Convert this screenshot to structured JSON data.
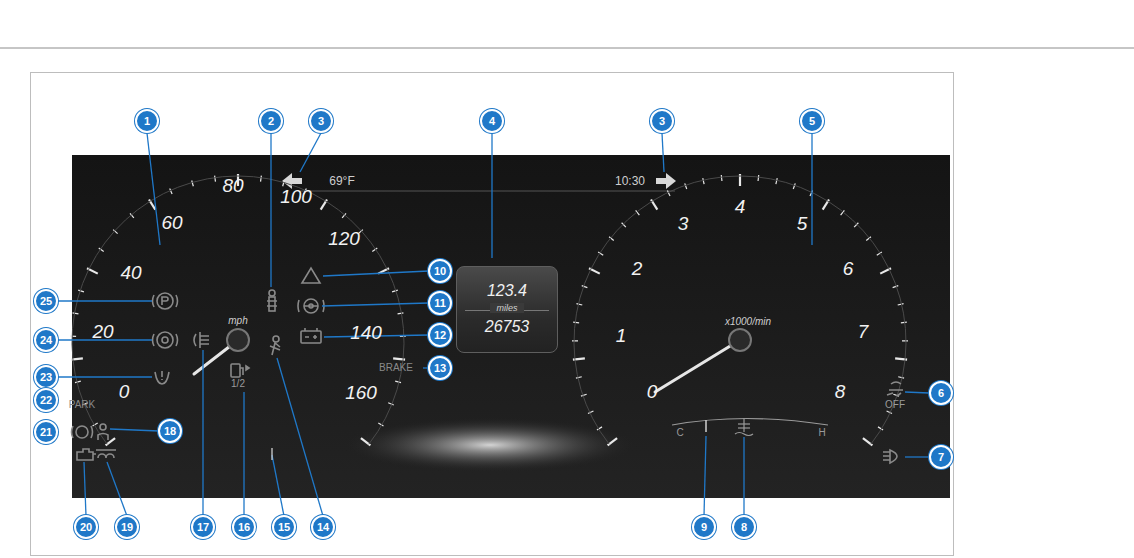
{
  "diagram": {
    "nodes": [
      {
        "text": [
          "123.4",
          "miles",
          "26753"
        ]
      }
    ],
    "labels": [
      "1",
      "2",
      "3",
      "4",
      "3",
      "5",
      "69°F",
      "10:30",
      "60",
      "80",
      "100",
      "120",
      "140",
      "160",
      "40",
      "20",
      "0",
      "mph",
      "10",
      "11",
      "12",
      "13",
      "BRAKE",
      "25",
      "24",
      "23",
      "22",
      "21",
      "18",
      "PARK",
      "1/2",
      "0",
      "1",
      "2",
      "3",
      "4",
      "5",
      "6",
      "7",
      "8",
      "x1000/min",
      "OFF",
      "6",
      "7",
      "C",
      "H",
      "20",
      "19",
      "17",
      "16",
      "15",
      "14",
      "9",
      "8"
    ]
  }
}
